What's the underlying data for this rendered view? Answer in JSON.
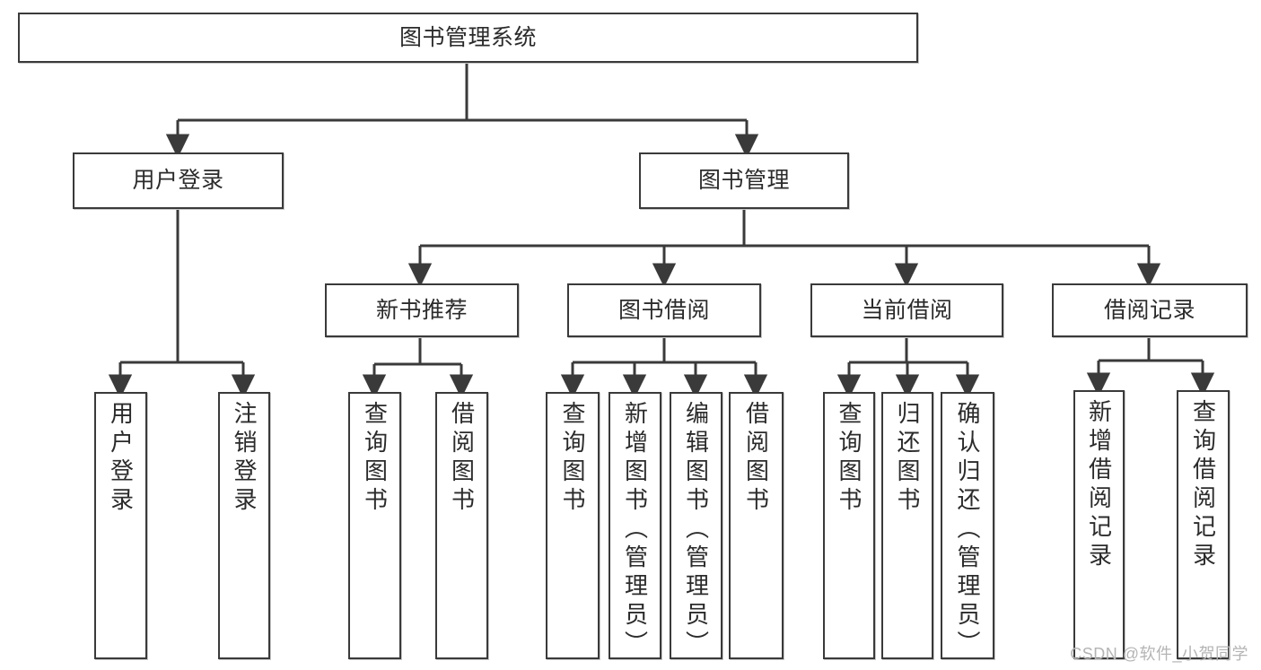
{
  "diagram": {
    "title": "图书管理系统",
    "type": "tree",
    "stroke_color": "#3a3a3a",
    "fill_color": "#ffffff",
    "text_color": "#2b2b2b",
    "root": {
      "id": "root",
      "label": "图书管理系统"
    },
    "level2": [
      {
        "id": "user-login",
        "label": "用户登录"
      },
      {
        "id": "book-manage",
        "label": "图书管理"
      }
    ],
    "level3": [
      {
        "id": "new-book-rec",
        "label": "新书推荐",
        "parent": "book-manage"
      },
      {
        "id": "book-borrow",
        "label": "图书借阅",
        "parent": "book-manage"
      },
      {
        "id": "current-borrow",
        "label": "当前借阅",
        "parent": "book-manage"
      },
      {
        "id": "borrow-record",
        "label": "借阅记录",
        "parent": "book-manage"
      }
    ],
    "leaves": [
      {
        "id": "leaf-user-login",
        "label": "用户登录",
        "parent": "user-login"
      },
      {
        "id": "leaf-user-logout",
        "label": "注销登录",
        "parent": "user-login"
      },
      {
        "id": "leaf-query-book-1",
        "label": "查询图书",
        "parent": "new-book-rec"
      },
      {
        "id": "leaf-borrow-book-1",
        "label": "借阅图书",
        "parent": "new-book-rec"
      },
      {
        "id": "leaf-query-book-2",
        "label": "查询图书",
        "parent": "book-borrow"
      },
      {
        "id": "leaf-add-book",
        "label": "新增图书（管理员）",
        "parent": "book-borrow"
      },
      {
        "id": "leaf-edit-book",
        "label": "编辑图书（管理员）",
        "parent": "book-borrow"
      },
      {
        "id": "leaf-borrow-book-2",
        "label": "借阅图书",
        "parent": "book-borrow"
      },
      {
        "id": "leaf-query-book-3",
        "label": "查询图书",
        "parent": "current-borrow"
      },
      {
        "id": "leaf-return-book",
        "label": "归还图书",
        "parent": "current-borrow"
      },
      {
        "id": "leaf-confirm-return",
        "label": "确认归还（管理员）",
        "parent": "current-borrow"
      },
      {
        "id": "leaf-add-record",
        "label": "新增借阅记录",
        "parent": "borrow-record"
      },
      {
        "id": "leaf-query-record",
        "label": "查询借阅记录",
        "parent": "borrow-record"
      }
    ]
  },
  "watermark": {
    "text": "CSDN @软件_小贺同学"
  }
}
